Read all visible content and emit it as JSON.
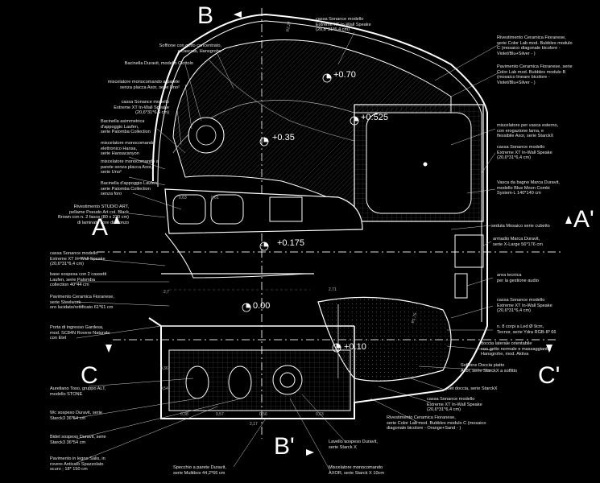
{
  "sections": {
    "b": "B",
    "b_prime": "B'",
    "a": "A",
    "a_prime": "A'",
    "c": "C",
    "c_prime": "C'"
  },
  "levels": {
    "l070": "+0.70",
    "l0525": "+0.525",
    "l035": "+0.35",
    "l0175": "+0.175",
    "l000": "0.00",
    "l010": "+0.10"
  },
  "dimensions": {
    "r227": "R2,27",
    "r175": "R1,75",
    "d63a": "0,63",
    "d61": "0,61",
    "d271": "2,71",
    "d27": "2,7",
    "d36": "0,36",
    "d54": "0,54",
    "d57": "0,57",
    "d56": "0,56",
    "d38": "0,38",
    "d217": "2,17",
    "d63b": "0,63"
  },
  "labels": {
    "soffione": "Soffione con getto concentrato,\na cascata, Hansgrohe",
    "bacinella_duravit": "Bacinella Duravit, modello Ciottolo",
    "miscelatore_uno": "miscelatore monocomando a parete\nsenza placca  Axor, serie Uno²",
    "cassa_left1": "cassa  Sonance modello\nExtreme XT In-Wall Speake\n(20,6*31*6,4 cm)",
    "bacinella_asimm": "Bacinella asimmetrica\nd'appoggio Laufen,\nserie Palomba Collection",
    "miscelatore_hansa": "miscelatore monocomando\nelettronico Hansa,\nserie Hansacanyon",
    "miscelatore_uno2": "miscelatore monocomando a\nparete senza placca  Axor,\nserie Uno²",
    "bacinella_laufen": "Bacinella d'appoggio Laufen,\nserie Palomba Collection\nsenza foro",
    "rivestimento_studio": "Rivestimento STUDIO ART,\npellame Pseudo Art col. Black\nBrown con n. 2 fasce (80 x 220 cm)\ndi laminato fiore di bronzo",
    "cassa_left2": "cassa  Sonance modello\nExtreme XT In-Wall Speake\n(20,6*31*6,4 cm)",
    "base_sospesa": "base sospesa con 2 cassetti\nLaufen, serie Palomba\ncollection 40*44 cm",
    "pavimento_steelwork": "Pavimento Ceramica Fioranese,\nserie Steelwork\noro lucidato/rettificato 61*61 cm",
    "porta": "Porta di ingresso Gardesa,\nmod. SC84N Rovere Naturale\ncon Etel",
    "aureliano": "Aureliano Toso, gruppo ALT,\nmodello STONE",
    "wc": "Wc sospeso Duravit, serie\nStarck3 36*54 cm",
    "bidet": "Bidet sospeso Duravit, serie\nStarck3 36*54 cm",
    "pavimento_legno": "Pavimento in legno Salis, in\nrovere Anticato Spazzolato\nscuro ; 18* 150 cm",
    "specchio": "Specchio a parete Duravit,\nserie Multibox  44,2*66 cm",
    "miscelatore_axor_b": "Miscelatore monocomando\nAXOR, serie Starck X 10cm",
    "lavello": "Lavello sospeso Duravit,\nserie Starck X",
    "cassa_top": "cassa  Sonance modello\nExtreme XT In-Wall Speake\n(20,6*31*6,4 cm)",
    "rivestimento_bubbles_c": "Rivestimento Ceramica Fioranese,\nserie Color Lab mod. Bubbles modulo\nC (mosaico diagonale bicolore -\nViolet/Blu+Silver - )",
    "pavimento_bubbles_b": "Pavimento Ceramica Fioranese, serie\nColor Lab mod. Bubbles modulo B\n(mosaico lineare bicolore -\nViolet/Blu+Silver - )",
    "miscelatore_vasca": "miscelatore per vasca esterno,\ncon erogazione lama, e\nflessibile  Axor, serie StarckX",
    "cassa_right1": "cassa  Sonance modello\nExtreme XT In-Wall Speake\n(20,6*31*6,4 cm)",
    "vasca": "Vasca da bagno Marca Duravit,\nmodello Blue Moon Combi\nSystem-L 140*140 cm",
    "seduta": "seduta  Mosaico serie cubetto",
    "armadio": "armadio Marca Duravit,\nserie X-Large  56*176 cm",
    "area_tecnica": "area tecnica\nper la gestione audio",
    "cassa_right2": "cassa  Sonance modello\nExtreme XT In-Wall Speake\n(20,6*31*6,4 cm)",
    "faretti": "n. 8 corpi a Led Ø 9cm,\nTecnor, serie Ydra RGB-IP 66",
    "doccia": "doccia laterale orientabile\ncon getto normale e massaggiante,\nHansgrohe, mod. Aktiva",
    "soffione_doccia": "Soffione Doccia piatto\nAxor, serie StarckX  a soffitto",
    "set_doccia": "Set doccia, serie StarckX",
    "cassa_bottom": "cassa  Sonance modello\nExtreme XT In-Wall Speake\n(20,6*31*6,4 cm)",
    "rivestimento_bubbles_c2": "Rivestimento Ceramica Fioranese,\nserie Color Lab mod. Bubbles modulo C (mosaico\ndiagonale bicolore - Orange+Sand - )"
  }
}
